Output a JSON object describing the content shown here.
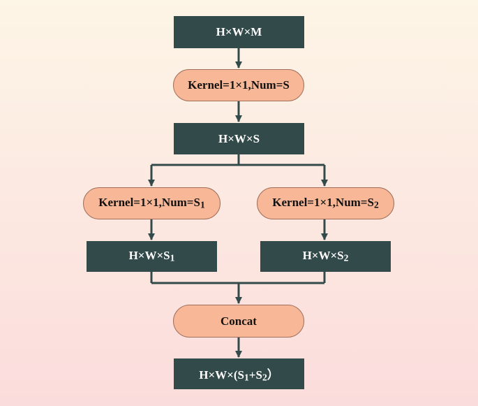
{
  "nodes": {
    "input": "H×W×M",
    "conv1": "Kernel=1×1,Num=S",
    "mid": "H×W×S",
    "conv_left": {
      "base": "Kernel=1×1,Num=S",
      "sub": "1"
    },
    "conv_right": {
      "base": "Kernel=1×1,Num=S",
      "sub": "2"
    },
    "out_left": {
      "base": "H×W×S",
      "sub": "1"
    },
    "out_right": {
      "base": "H×W×S",
      "sub": "2"
    },
    "concat": "Concat",
    "output": {
      "p1": "H×W×(S",
      "sub1": "1",
      "p2": "+S",
      "sub2": "2",
      "p3": "）"
    }
  },
  "colors": {
    "box_fill": "#334a4a",
    "pill_fill": "#f8b898",
    "wire": "#334a4a"
  }
}
